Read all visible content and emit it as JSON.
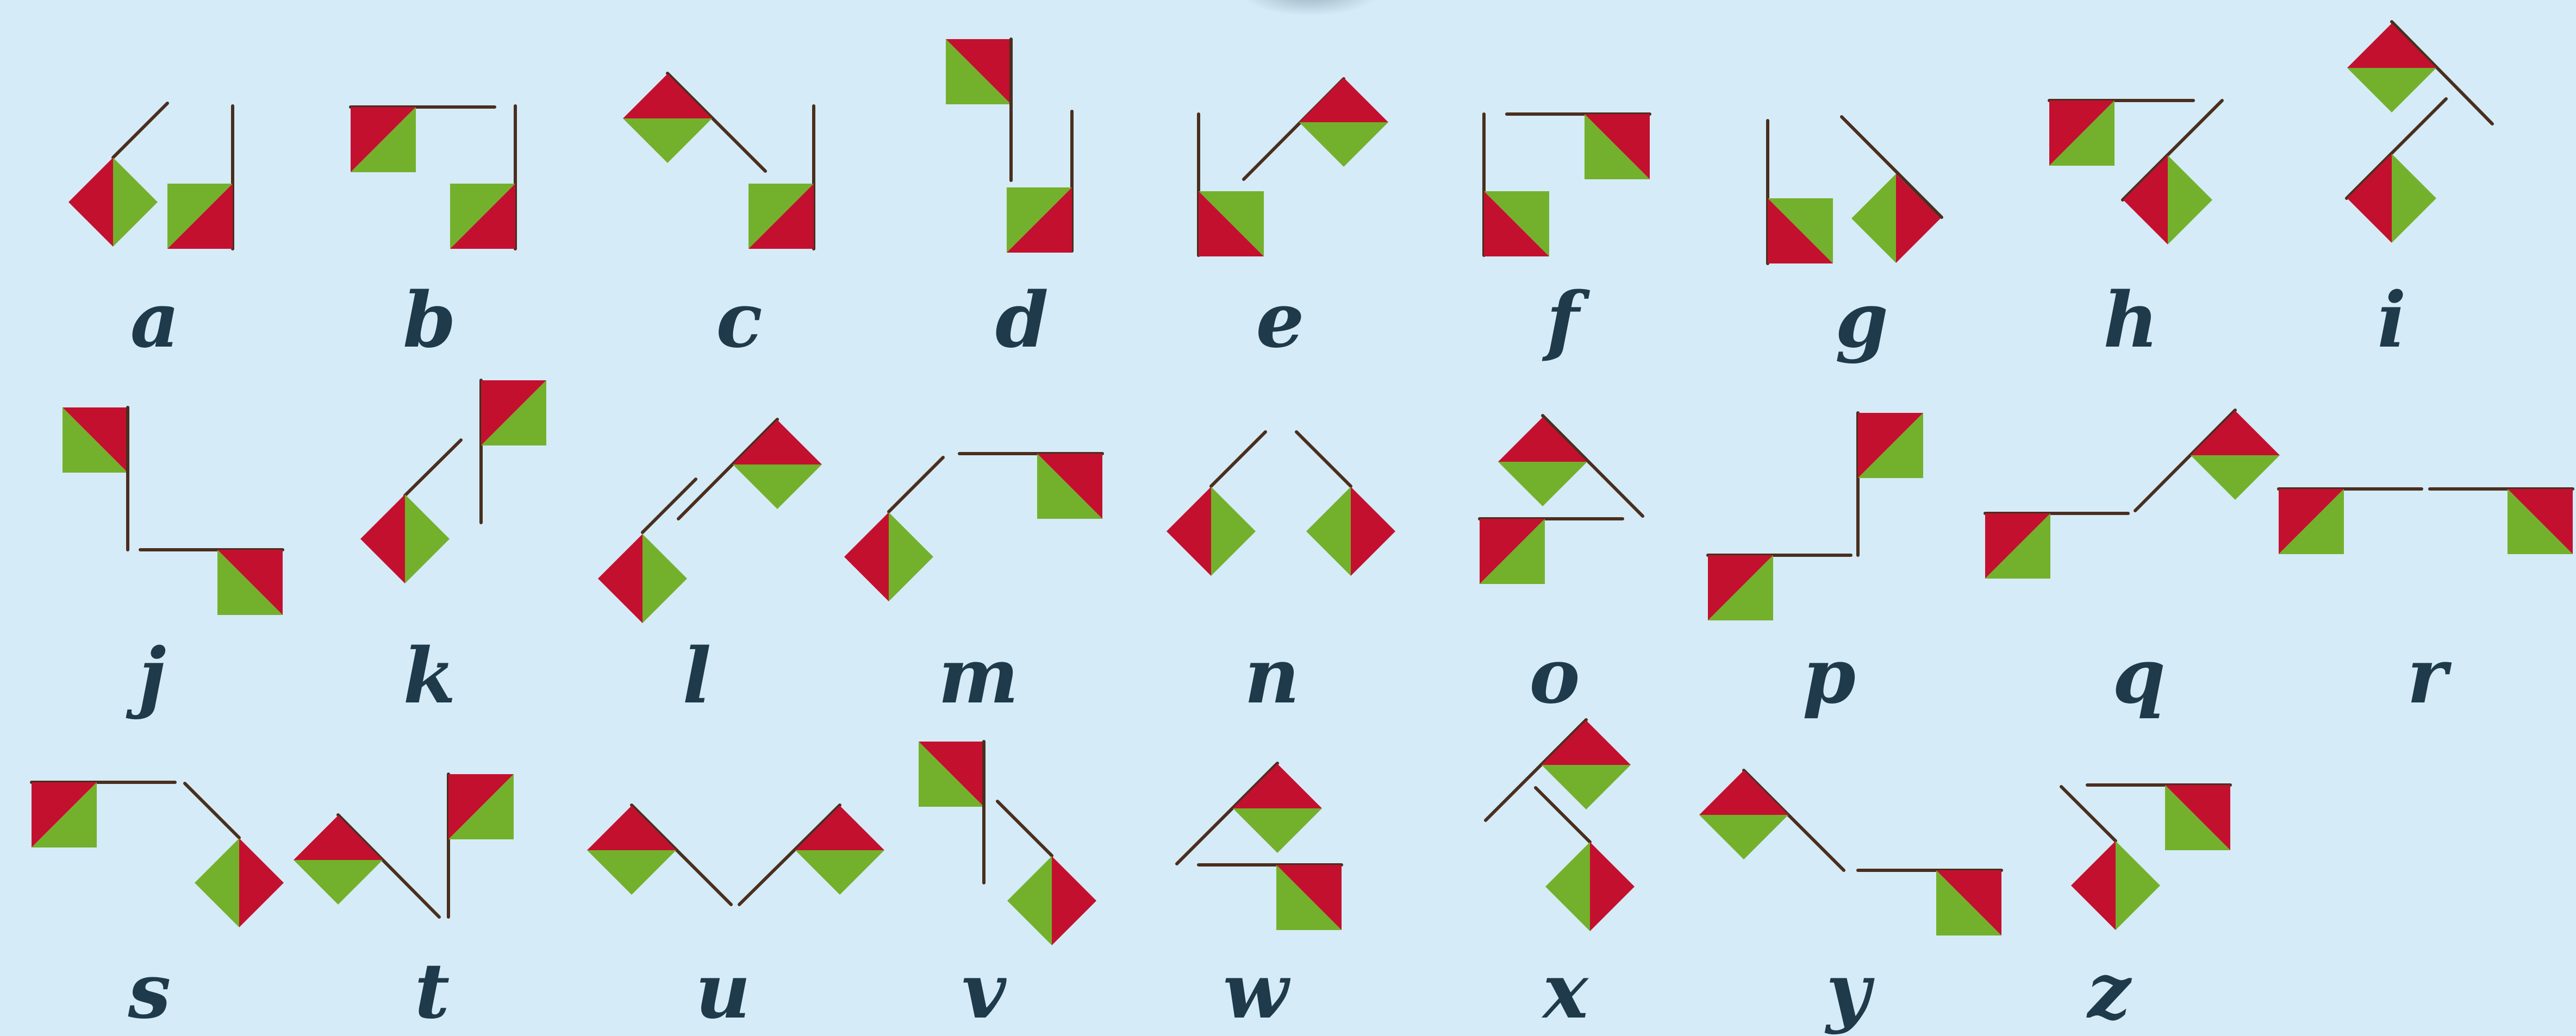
{
  "colors": {
    "background": "#d5ebf7",
    "flag_red": "#c3102f",
    "flag_green": "#73b12c",
    "pole": "#4a2e1e",
    "letter": "#1f3a4a"
  },
  "letters": [
    "a",
    "b",
    "c",
    "d",
    "e",
    "f",
    "g",
    "h",
    "i",
    "j",
    "k",
    "l",
    "m",
    "n",
    "o",
    "p",
    "q",
    "r",
    "s",
    "t",
    "u",
    "v",
    "w",
    "x",
    "y",
    "z"
  ]
}
